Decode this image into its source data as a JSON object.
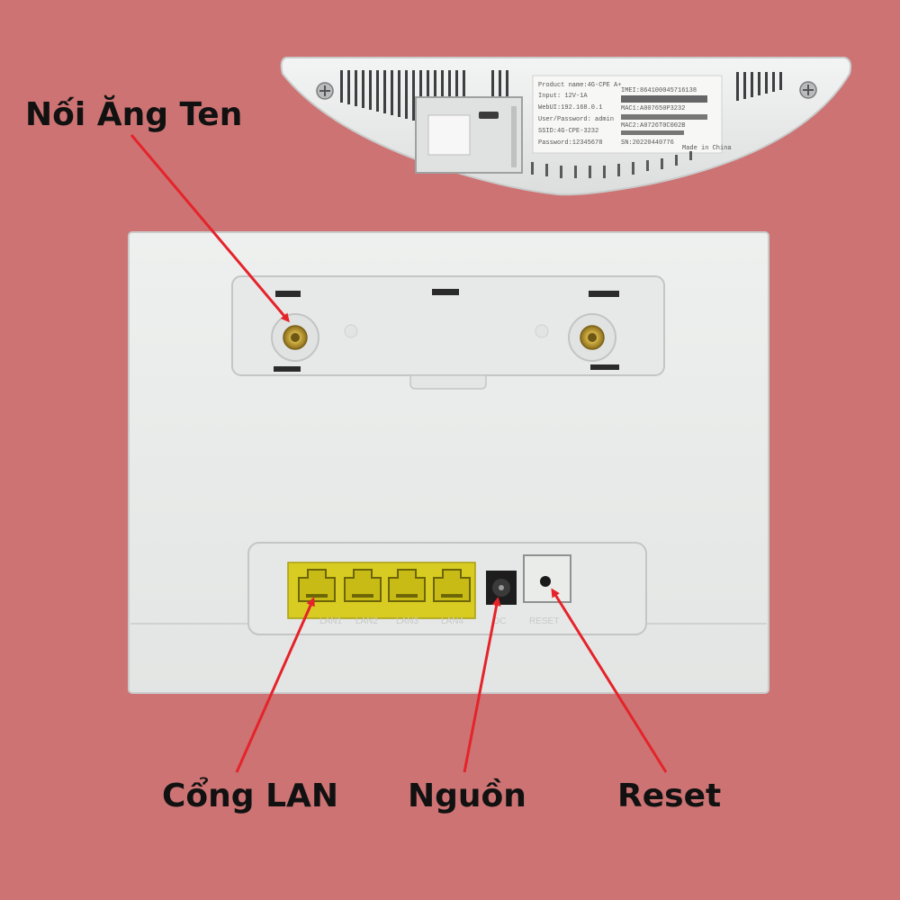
{
  "callouts": {
    "antenna": "Nối Ăng Ten",
    "lan": "Cổng LAN",
    "power": "Nguồn",
    "reset": "Reset"
  },
  "sticker": {
    "left": [
      "Product name:4G-CPE A+",
      "Input: 12V-1A",
      "WebUI:192.168.0.1",
      "User/Password: admin",
      "SSID:4G-CPE-3232",
      "Password:12345678"
    ],
    "right": [
      "IMEI:864100045716138",
      "MAC1:A007650P3232",
      "MAC2:A0726T0C002B",
      "SN:20220440776"
    ],
    "made_in": "Made in China"
  },
  "port_labels": [
    "LAN1",
    "LAN2",
    "LAN3",
    "LAN4",
    "DC",
    "RESET"
  ],
  "colors": {
    "background": "#cd7373",
    "device_body": "#e9ebea",
    "lan_yellow": "#d8cc22",
    "arrow_red": "#e5232a"
  },
  "icons": [
    "antenna-connector-icon",
    "lan-port-icon",
    "dc-jack-icon",
    "reset-hole-icon",
    "screw-icon"
  ]
}
